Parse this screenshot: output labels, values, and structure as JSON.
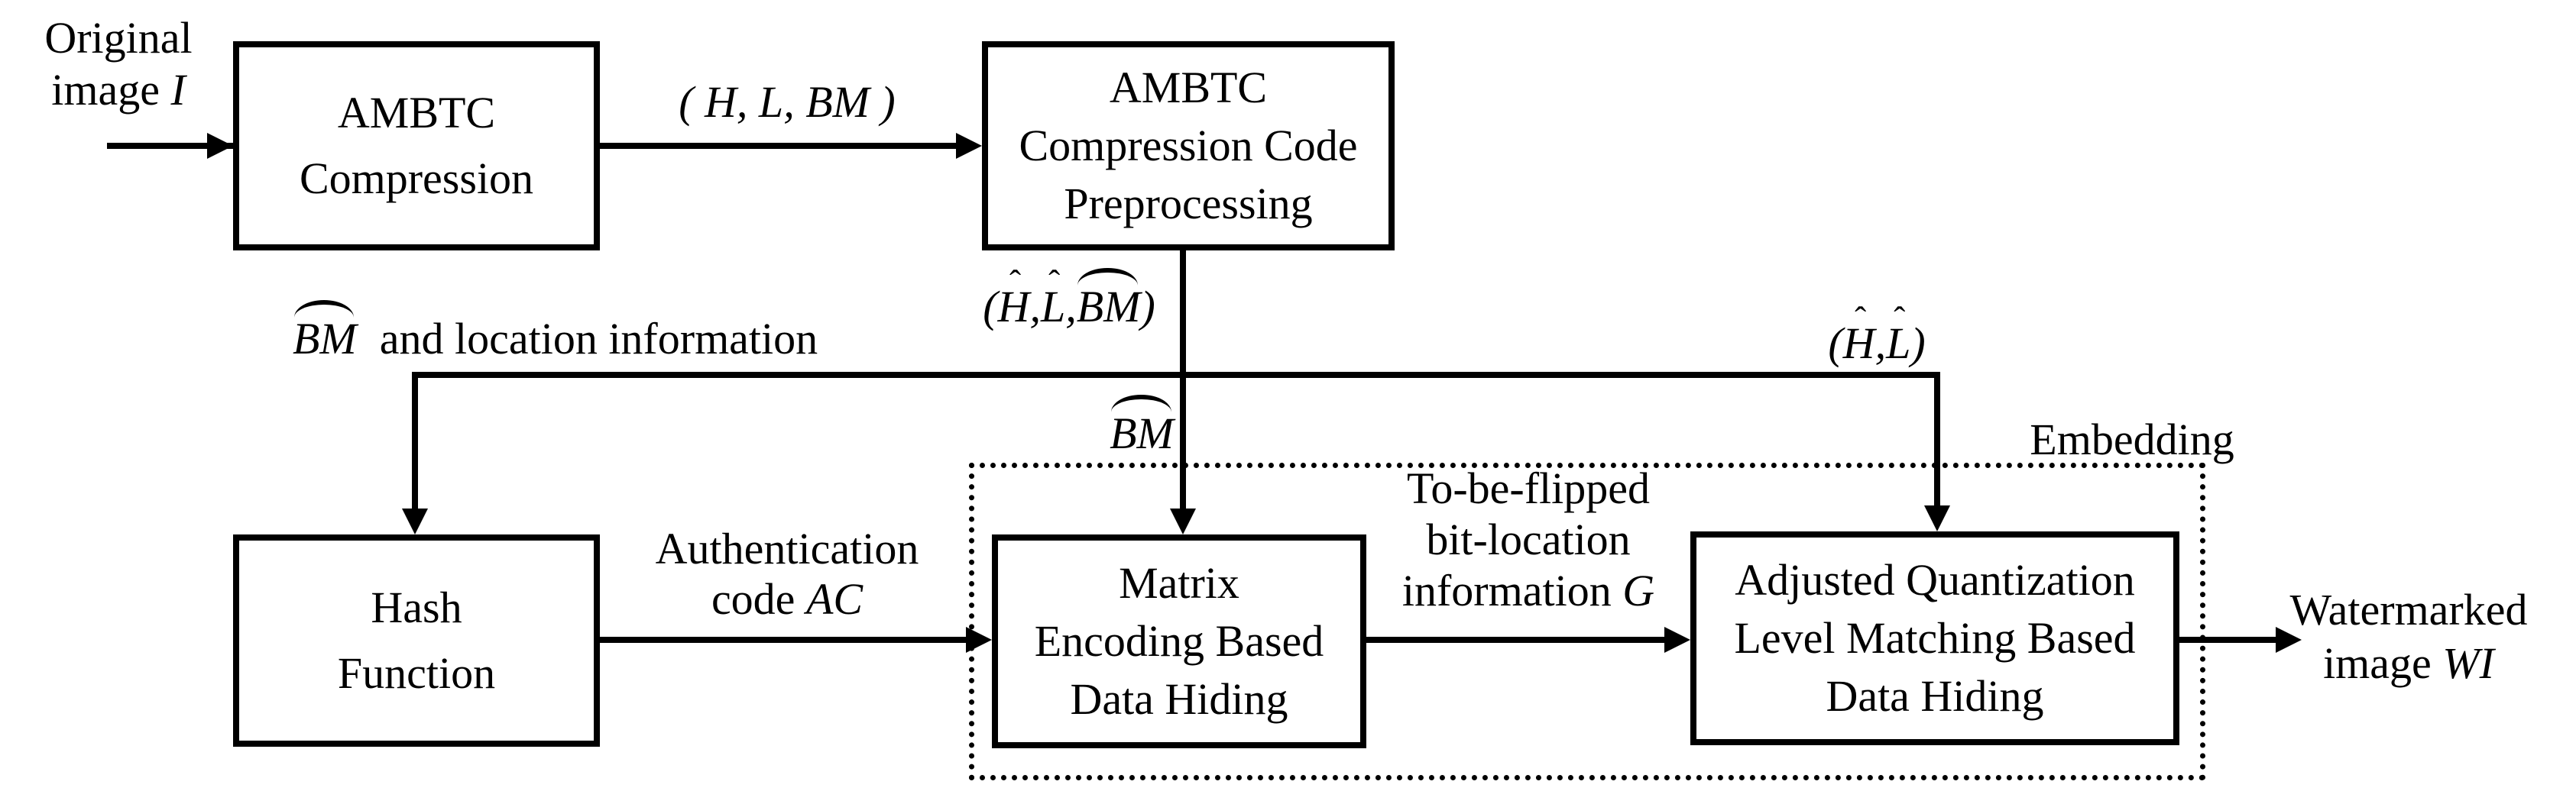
{
  "page": {
    "background": "#ffffff",
    "ink": "#000000",
    "description": "Flowchart of AMBTC-based watermark embedding procedure"
  },
  "boxes": {
    "ambtc": {
      "lines": [
        "AMBTC",
        "Compression"
      ]
    },
    "preproc": {
      "lines": [
        "AMBTC",
        "Compression Code",
        "Preprocessing"
      ]
    },
    "hash": {
      "lines": [
        "Hash",
        "Function"
      ]
    },
    "matrix": {
      "lines": [
        "Matrix",
        "Encoding Based",
        "Data Hiding"
      ]
    },
    "adjusted": {
      "lines": [
        "Adjusted Quantization",
        "Level Matching Based",
        "Data Hiding"
      ]
    }
  },
  "labels": {
    "original_image": {
      "line1": "Original",
      "line2_prefix": "image ",
      "line2_var": "I"
    },
    "hlbm": "( H, L, BM )",
    "hat_hlbm": {
      "open": "(",
      "h": "H",
      "c1": ",",
      "l": "L",
      "c2": ",",
      "bm": "BM",
      "close": ")"
    },
    "bm_location": {
      "bm": "BM",
      "rest": "and location information"
    },
    "bm": {
      "bm": "BM"
    },
    "hat_hl": {
      "open": "(",
      "h": "H",
      "c1": ",",
      "l": "L",
      "close": ")"
    },
    "embedding": "Embedding",
    "auth": {
      "line1": "Authentication",
      "line2_prefix": "code ",
      "line2_var": "AC"
    },
    "flip": {
      "line1": "To-be-flipped",
      "line2": "bit-location",
      "line3_prefix": "information ",
      "line3_var": "G"
    },
    "watermarked": {
      "line1": "Watermarked",
      "line2_prefix": "image ",
      "line2_var": "WI"
    }
  }
}
